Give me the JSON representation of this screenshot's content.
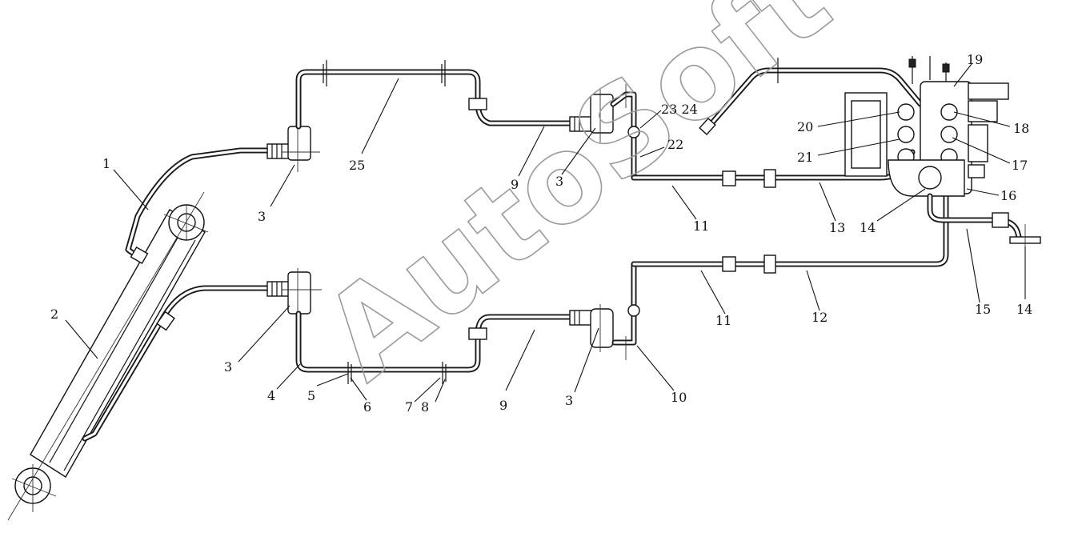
{
  "watermark": "AutoSoft",
  "callouts": {
    "c1": "1",
    "c2": "2",
    "c3a": "3",
    "c3b": "3",
    "c3c": "3",
    "c3d": "3",
    "c4": "4",
    "c5": "5",
    "c6": "6",
    "c7": "7",
    "c8": "8",
    "c9a": "9",
    "c9b": "9",
    "c10": "10",
    "c11a": "11",
    "c11b": "11",
    "c12": "12",
    "c13": "13",
    "c14a": "14",
    "c14b": "14",
    "c15": "15",
    "c16": "16",
    "c17": "17",
    "c18": "18",
    "c19": "19",
    "c20": "20",
    "c21": "21",
    "c22": "22",
    "c2324": "23 24",
    "c25": "25"
  }
}
